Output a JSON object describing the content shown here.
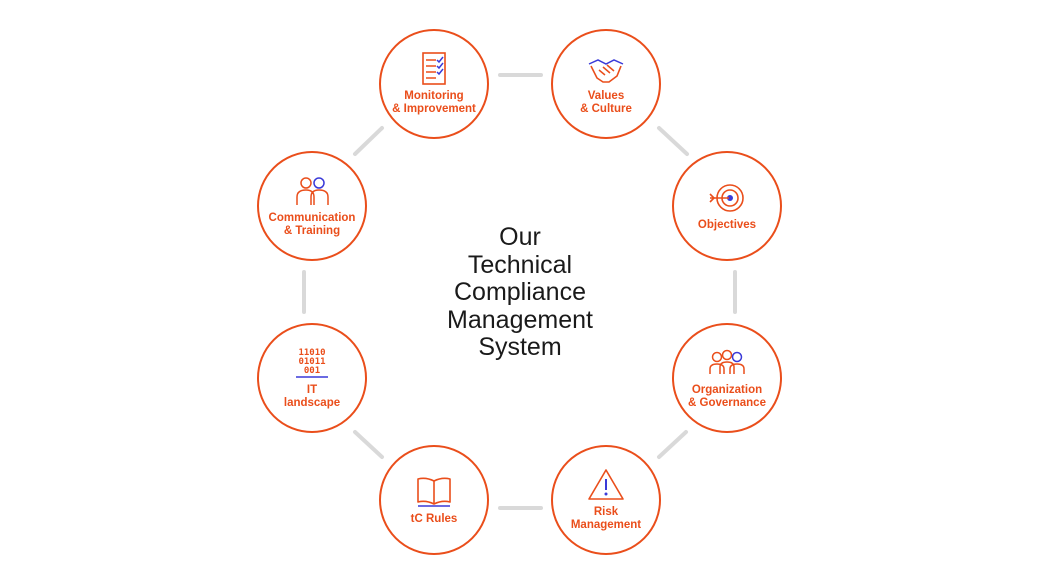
{
  "colors": {
    "accent": "#ea4e1b",
    "connector": "#d9d9d9",
    "icon_secondary": "#3a3ad8",
    "text": "#1a1a1a"
  },
  "center": {
    "title_lines": [
      "Our",
      "Technical",
      "Compliance",
      "Management",
      "System"
    ]
  },
  "nodes": [
    {
      "lines": [
        "Monitoring",
        "& Improvement"
      ],
      "icon": "checklist-icon"
    },
    {
      "lines": [
        "Values",
        "& Culture"
      ],
      "icon": "handshake-icon"
    },
    {
      "lines": [
        "Objectives"
      ],
      "icon": "target-icon"
    },
    {
      "lines": [
        "Organization",
        "& Governance"
      ],
      "icon": "group-icon"
    },
    {
      "lines": [
        "Risk",
        "Management"
      ],
      "icon": "warning-icon"
    },
    {
      "lines": [
        "tC Rules"
      ],
      "icon": "book-icon"
    },
    {
      "lines": [
        "IT",
        "landscape"
      ],
      "icon": "binary-icon"
    },
    {
      "lines": [
        "Communication",
        "& Training"
      ],
      "icon": "people-icon"
    }
  ],
  "binary_icon_text": [
    "11010",
    "01011",
    "001"
  ]
}
